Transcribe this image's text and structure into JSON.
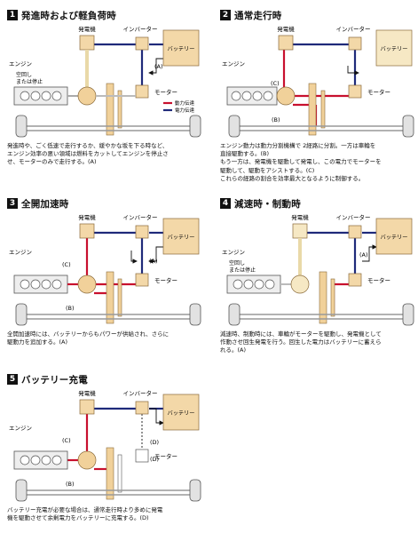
{
  "labels": {
    "generator": "発電機",
    "inverter": "インバーター",
    "battery": "バッテリー",
    "engine": "エンジン",
    "motor": "モーター",
    "idle": "空回し\nまたは停止",
    "idle_line1": "空回し",
    "idle_line2": "または停止",
    "power": "動力伝達",
    "electric": "電力伝達"
  },
  "colors": {
    "box": "#f3d8a8",
    "box_stroke": "#8a6a3a",
    "battery_box": "#f6e8c4",
    "power_line": "#c8102e",
    "electric_line": "#1f2a7a",
    "gear": "#f1d19a",
    "wheel": "#e2e2e2"
  },
  "panels": [
    {
      "num": "1",
      "title": "発進時および軽負荷時",
      "desc": "発進時や、ごく低速で走行するか、緩やかな坂を下る時など、\nエンジン効率の悪い領域は燃料をカットしてエンジンを停止さ\nせ、モーターのみで走行する。(A)",
      "marks": [
        "(A)"
      ]
    },
    {
      "num": "2",
      "title": "通常走行時",
      "desc": "エンジン動力は動力分割機構で 2経路に分割。一方は車輪を\n直接駆動する。(B)\nもう一方は、発電機を駆動して発電し、この電力でモーターを\n駆動して、駆動をアシストする。(C)\nこれらの経路の割合を効率最大となるように制御する。",
      "marks": [
        "(C)",
        "(B)"
      ]
    },
    {
      "num": "3",
      "title": "全開加速時",
      "desc": "全開加速時には、バッテリーからもパワーが供給され、さらに\n駆動力を追加する。(A)",
      "marks": [
        "(C)",
        "(A)",
        "(B)"
      ]
    },
    {
      "num": "4",
      "title": "減速時・制動時",
      "desc": "減速時、制動時には、車輪がモーターを駆動し、発電機として\n作動させ回生発電を行う。回生した電力はバッテリーに蓄えら\nれる。(A)",
      "marks": [
        "(A)"
      ]
    },
    {
      "num": "5",
      "title": "バッテリー充電",
      "desc": "バッテリー充電が必要な場合は、通常走行時より多めに発電\n機を駆動させて余剰電力をバッテリーに充電する。(D)",
      "marks": [
        "(C)",
        "(D)",
        "(B)"
      ]
    }
  ]
}
